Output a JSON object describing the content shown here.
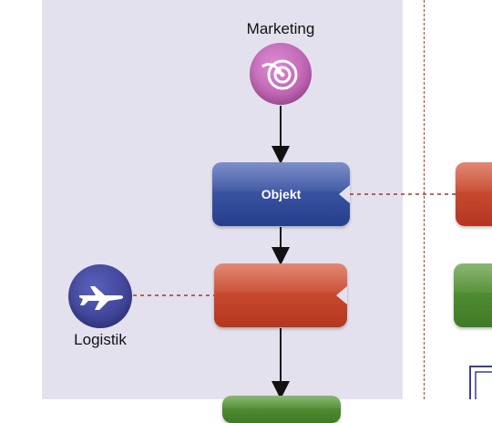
{
  "nodes": {
    "marketing": {
      "label": "Marketing",
      "icon": "target-arrow-icon",
      "color": "#c661b7"
    },
    "objekt": {
      "label": "Objekt",
      "color": "#2f4a9c"
    },
    "logistik": {
      "label": "Logistik",
      "icon": "airplane-icon",
      "color": "#3a3f94"
    },
    "red_process": {
      "label": "",
      "color": "#c8412a"
    },
    "green_process": {
      "label": "",
      "color": "#4a8a2e"
    }
  },
  "colors": {
    "lane": "#e4e1ef",
    "divider": "#c0392b",
    "connector": "#111111",
    "dashed_connector": "#a5342a"
  }
}
